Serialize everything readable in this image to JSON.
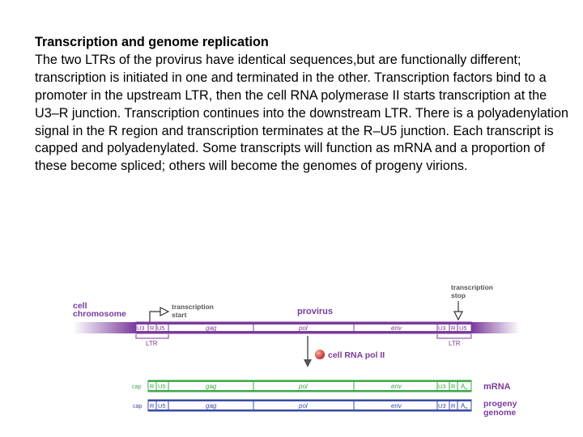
{
  "heading": "Transcription and genome replication",
  "body": "The two LTRs of the provirus have identical sequences,but are functionally different; transcription is initiated in one and terminated in the other. Transcription factors bind to a promoter in the upstream LTR, then the cell RNA polymerase II starts transcription at the U3–R junction. Transcription continues into the downstream LTR. There is a polyadenylation signal in the R region and transcription terminates at the R–U5 junction. Each transcript is capped and polyadenylated. Some transcripts will function as mRNA and a proportion of these become spliced; others will become the genomes of progeny virions.",
  "figure": {
    "colors": {
      "chromosome": "#7a3a9c",
      "mrna": "#3aa845",
      "genome": "#3a4aa8",
      "text": "#7a3a9c",
      "enzyme": "#c0302a"
    },
    "provirus": {
      "cell_label_1": "cell",
      "cell_label_2": "chromosome",
      "start_label_1": "transcription",
      "start_label_2": "start",
      "stop_label_1": "transcription",
      "stop_label_2": "stop",
      "provirus_label": "provirus",
      "ltr_left": {
        "u3": "U3",
        "r": "R",
        "u5": "U5"
      },
      "genes": {
        "gag": "gag",
        "pol": "pol",
        "env": "env"
      },
      "ltr_right": {
        "u3": "U3",
        "r": "R",
        "u5": "U5"
      },
      "ltr_label_left": "LTR",
      "ltr_label_right": "LTR"
    },
    "polymerase_label": "cell RNA pol II",
    "mrna": {
      "cap": "cap",
      "r": "R",
      "u5": "U5",
      "gag": "gag",
      "pol": "pol",
      "env": "env",
      "u3": "U3",
      "r2": "R",
      "polyA": "A",
      "polyA_sub": "n",
      "label": "mRNA"
    },
    "genome": {
      "cap": "cap",
      "r": "R",
      "u5": "U5",
      "gag": "gag",
      "pol": "pol",
      "env": "env",
      "u3": "U3",
      "r2": "R",
      "polyA": "A",
      "polyA_sub": "n",
      "label_1": "progeny",
      "label_2": "genome"
    }
  }
}
